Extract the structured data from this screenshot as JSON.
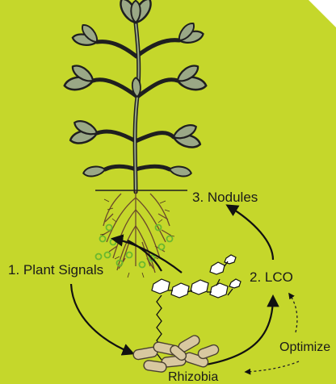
{
  "labels": {
    "plant_signals": "1. Plant Signals",
    "lco": "2. LCO",
    "nodules": "3. Nodules",
    "optimize": "Optimize",
    "rhizobia": "Rhizobia"
  },
  "colors": {
    "background": "#c5d72b",
    "leaf": "#9aa886",
    "leaf_outline": "#1f1f1f",
    "root": "#6b4a2a",
    "rhizobia": "#d8c8a0",
    "signal_circles": "#6ab82e"
  }
}
